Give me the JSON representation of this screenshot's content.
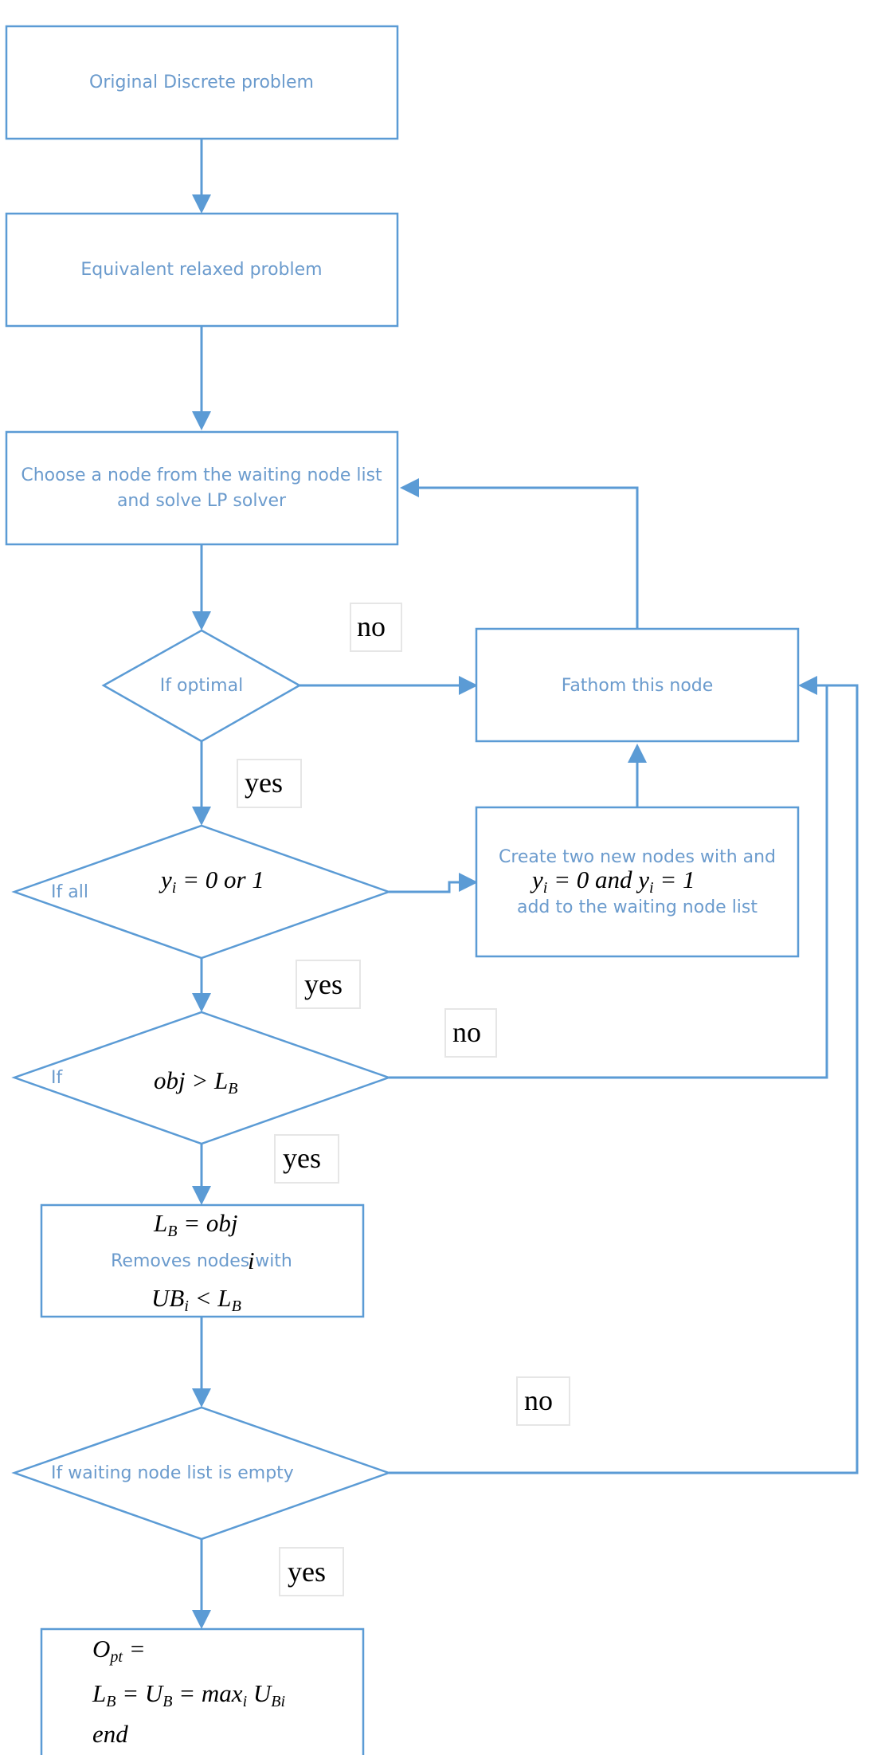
{
  "nodes": {
    "original": "Original Discrete problem",
    "relaxed": "Equivalent relaxed problem",
    "choose_line1": "Choose a node from the waiting node list",
    "choose_line2": "and solve LP solver",
    "fathom": "Fathom this node",
    "if_optimal": "If optimal",
    "if_all": "If all",
    "if_all_expr": {
      "y": "y",
      "i": "i",
      "rest": " = 0 or 1"
    },
    "create_line1": "Create two new nodes with and",
    "create_line2_expr": {
      "y1": "y",
      "i1": "i",
      "mid": " = 0 and ",
      "y2": "y",
      "i2": "i",
      "end": " = 1"
    },
    "create_line3": "add to the waiting node list",
    "if_obj": "If",
    "if_obj_expr": {
      "lhs": "obj > L",
      "sub": "B"
    },
    "update_expr1": {
      "L": "L",
      "sub": "B",
      "rest": " = obj"
    },
    "update_label": "Removes nodes with",
    "update_overlap": "i",
    "update_expr2": {
      "UB": "UB",
      "sub1": "i",
      "mid": " < L",
      "sub2": "B"
    },
    "if_empty": "If waiting node list is empty",
    "final_line1": {
      "O": "O",
      "sub": "pt",
      "rest": " ="
    },
    "final_line2": {
      "L": "L",
      "sub1": "B",
      "eq": " = U",
      "sub2": "B",
      "max": " = max",
      "sub3": "i",
      "U": " U",
      "sub4": "Bi"
    },
    "final_line3": "end"
  },
  "answers": {
    "no_optimal": "no",
    "yes_optimal": "yes",
    "yes_all": "yes",
    "no_obj": "no",
    "yes_obj": "yes",
    "no_empty": "no",
    "yes_empty": "yes"
  },
  "colors": {
    "accent": "#5b9bd5",
    "label": "#6b9bcd",
    "math": "#000000"
  }
}
